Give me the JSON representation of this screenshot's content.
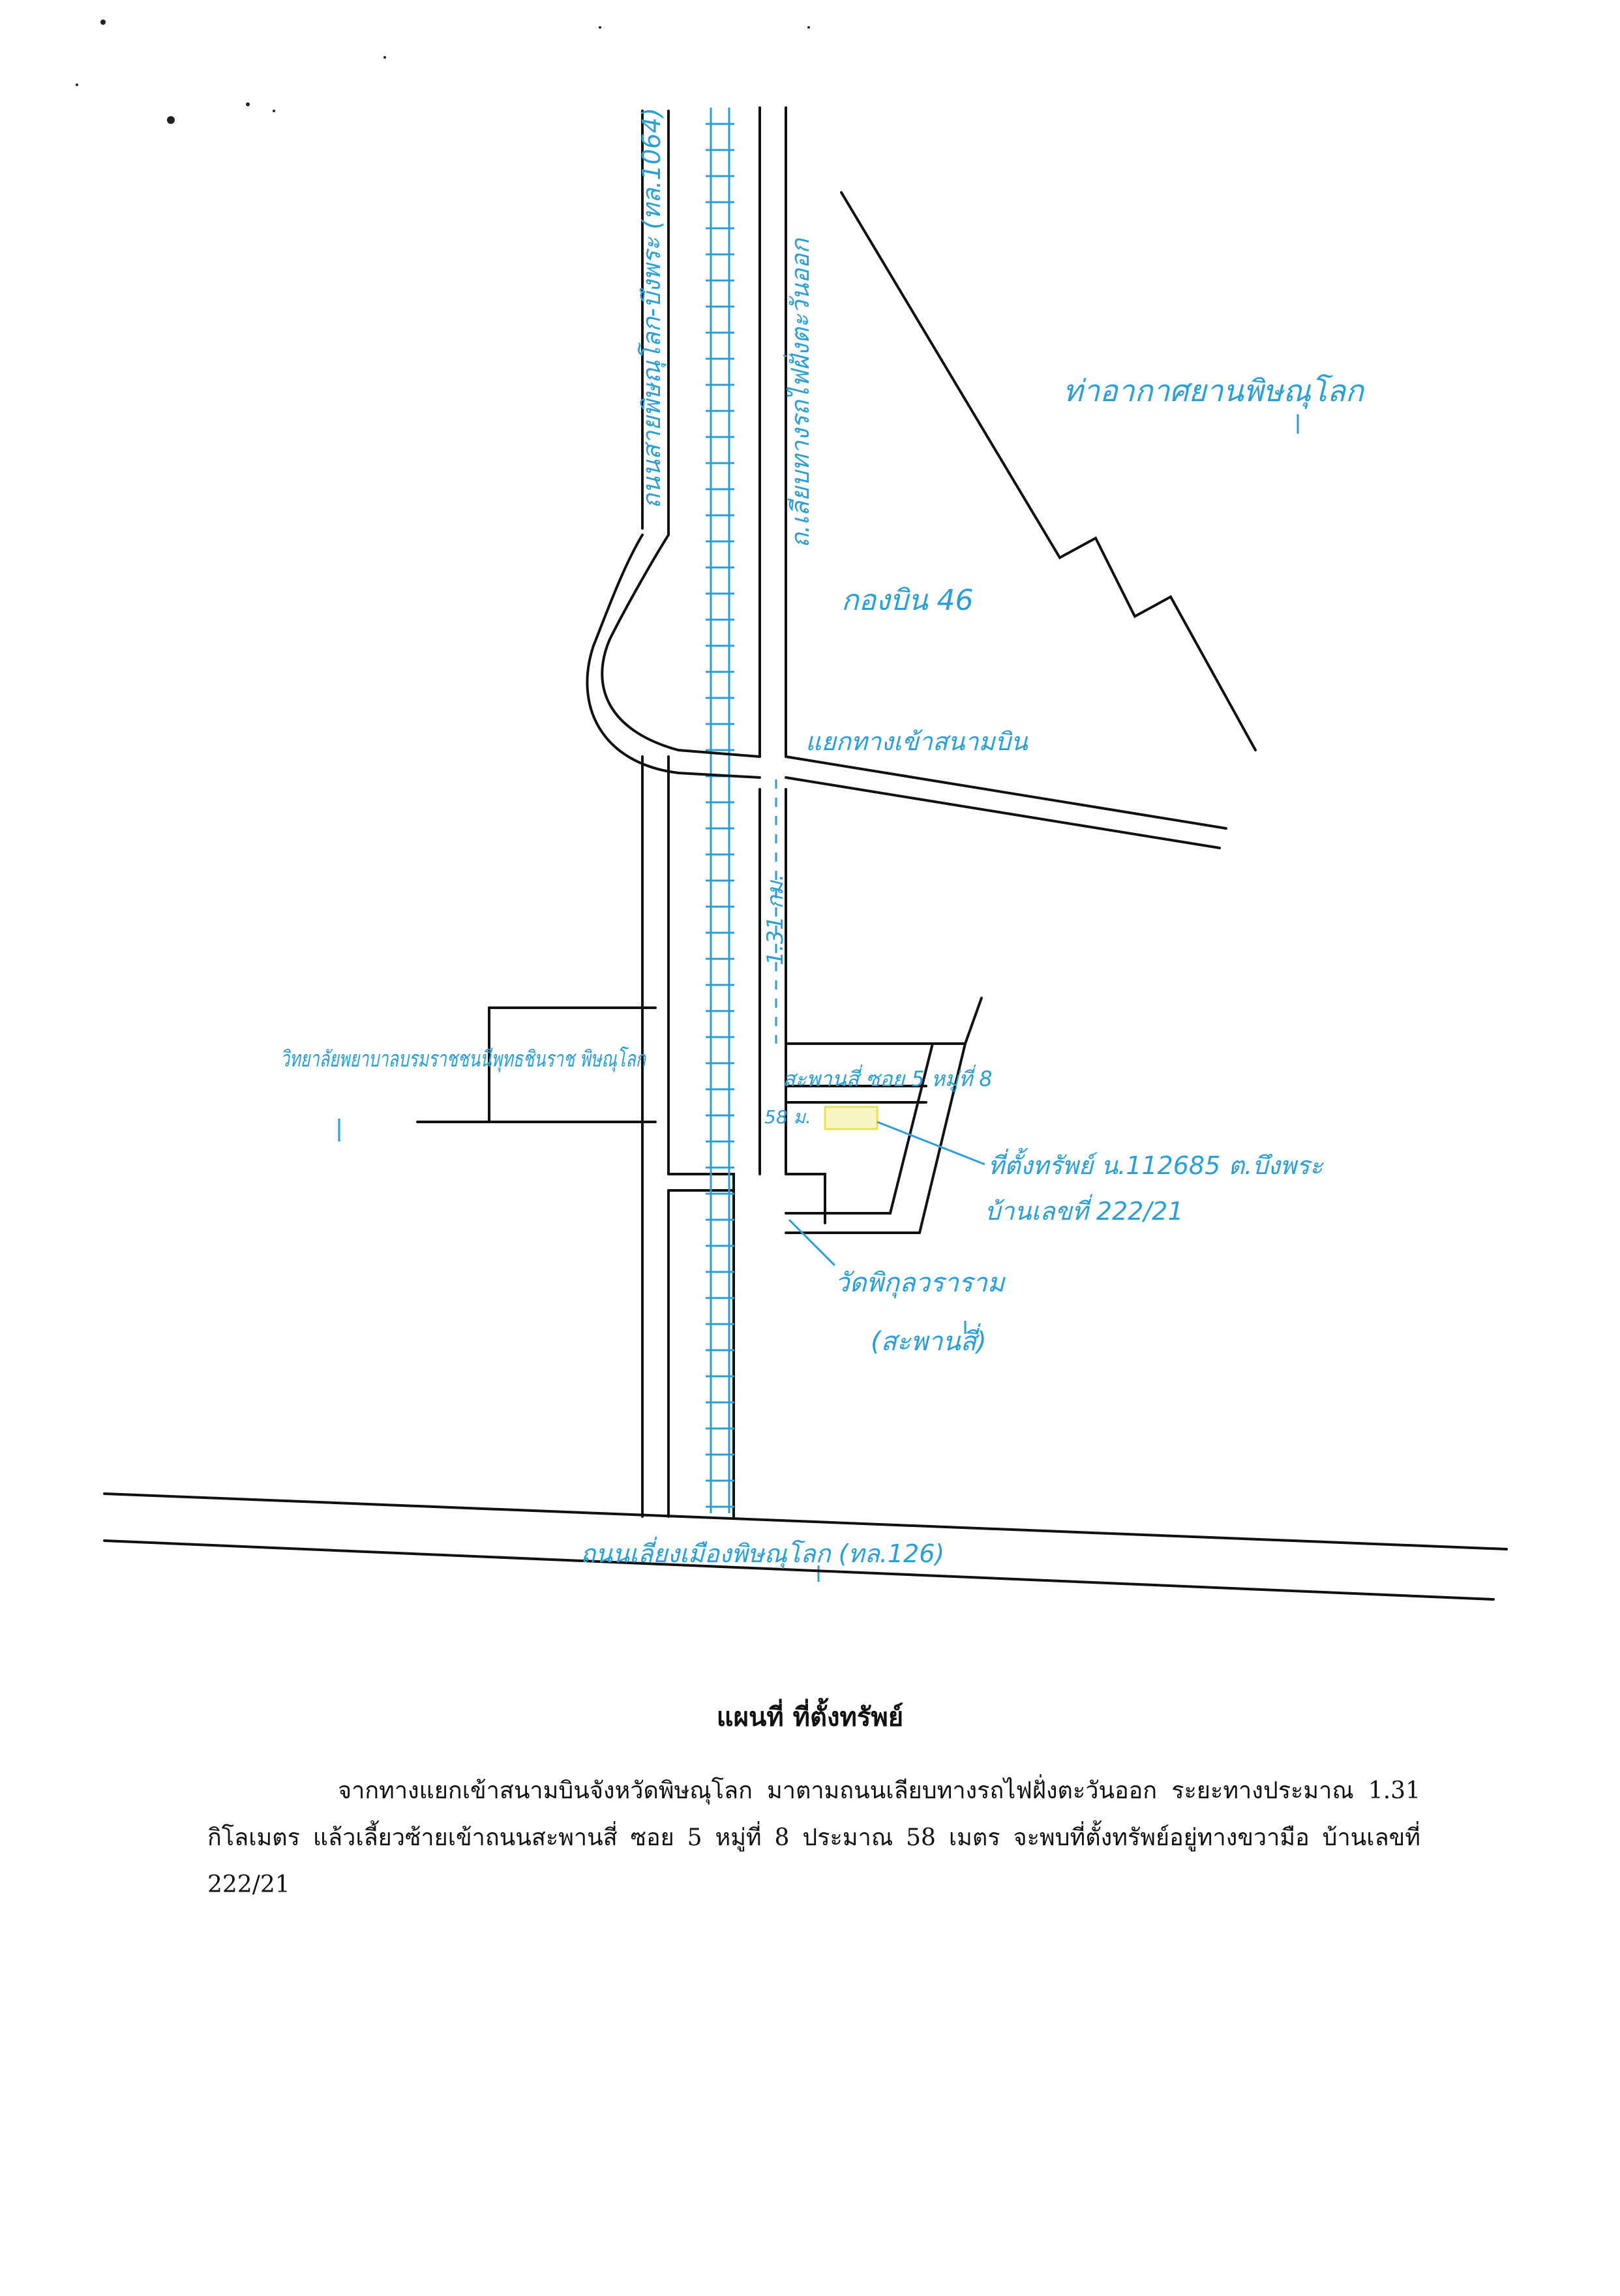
{
  "map": {
    "labels": {
      "highway_1064": "ถนนสายพิษณุโลก-บึงพระ (ทล.1064)",
      "rail_road": "ถ.เลียบทางรถไฟฝั่งตะวันออก",
      "airport": "ท่าอากาศยานพิษณุโลก",
      "wing46": "กองบิน 46",
      "junction": "แยกทางเข้าสนามบิน",
      "distance": "1.31 กม.",
      "college": "วิทยาลัยพยาบาลบรมราชชนนีพุทธชินราช พิษณุโลก",
      "soi": "สะพานสี่ ซอย 5 หมู่ที่ 8",
      "meters": "58 ม.",
      "property_line1": "ที่ตั้งทรัพย์ น.112685 ต.บึงพระ",
      "property_line2": "บ้านเลขที่ 222/21",
      "temple_line1": "วัดพิกุลวราราม",
      "temple_line2": "(สะพานสี่)",
      "bypass": "ถนนเลี่ยงเมืองพิษณุโลก (ทล.126)"
    },
    "colors": {
      "ink": "#111111",
      "annotation": "#2a9fd6",
      "property": "#e8e25a"
    }
  },
  "caption": {
    "title": "แผนที่ ที่ตั้งทรัพย์",
    "body": "จากทางแยกเข้าสนามบินจังหวัดพิษณุโลก มาตามถนนเลียบทางรถไฟฝั่งตะวันออก ระยะทางประมาณ 1.31 กิโลเมตร แล้วเลี้ยวซ้ายเข้าถนนสะพานสี่ ซอย 5 หมู่ที่ 8  ประมาณ 58 เมตร จะพบที่ตั้งทรัพย์อยู่ทางขวามือ บ้านเลขที่ 222/21"
  }
}
